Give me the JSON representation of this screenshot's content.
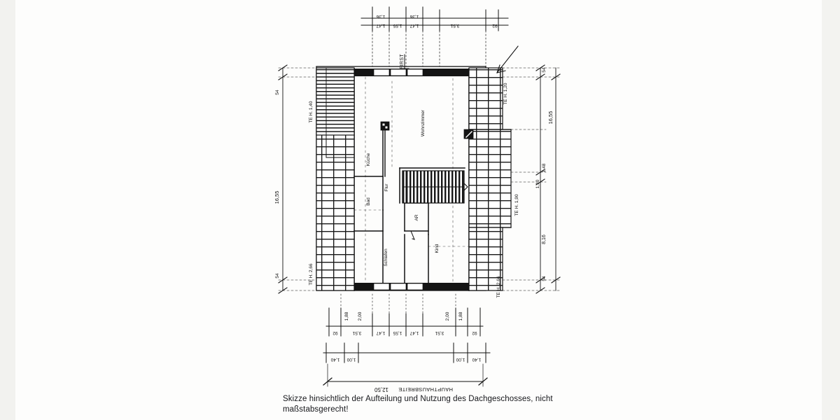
{
  "document": {
    "type": "architectural-floor-plan",
    "title": "Dachgeschoss Skizze",
    "caption_line1": "Skizze hinsichtlich der Aufteilung und Nutzung des Dachgeschosses, nicht",
    "caption_line2": "maßstabsgerecht!",
    "ink_color": "#111111",
    "paper_color": "#fdfdfc"
  },
  "rooms": [
    {
      "key": "kueche",
      "label": "Küche"
    },
    {
      "key": "bad",
      "label": "Bad"
    },
    {
      "key": "flur",
      "label": "Flur"
    },
    {
      "key": "ar",
      "label": "AR"
    },
    {
      "key": "wohnzimmer",
      "label": "Wohnzimmer"
    },
    {
      "key": "schlafen",
      "label": "Schlafen"
    },
    {
      "key": "kind",
      "label": "Kind"
    }
  ],
  "ridge": {
    "label": "FIRST"
  },
  "wall_notes": [
    {
      "key": "te-left-top",
      "label": "TE H. 1,40"
    },
    {
      "key": "te-left-bottom",
      "label": "TE H. 2,66"
    },
    {
      "key": "te-right-top",
      "label": "TE H. 1,20"
    },
    {
      "key": "te-right-mid",
      "label": "TE H. 1,90"
    },
    {
      "key": "te-right-bottom",
      "label": "TE H. 2,66"
    }
  ],
  "dimensions": {
    "top_chain_upper": [
      "1,36",
      "1,36"
    ],
    "top_chain_lower": [
      "1,47",
      "1,55",
      "1,47",
      "3,51",
      "92"
    ],
    "bottom_chain_main": [
      "92",
      "3,51",
      "1,47",
      "1,55",
      "1,47",
      "3,51",
      "92"
    ],
    "bottom_chain_upper": [
      "1,88",
      "2,00",
      "2,00",
      "1,88"
    ],
    "bottom_chain_outer": [
      "1,40",
      "1,00",
      "1,00",
      "1,40"
    ],
    "left_chain": [
      "54",
      "16,55",
      "54"
    ],
    "right_chain_outer": [
      "54",
      "16,55",
      "54"
    ],
    "right_chain_inner": [
      "1,48",
      "1,10",
      "8,16"
    ],
    "overall_width": "12,50",
    "overall_width_label": "HAUPTHAUSBREITE"
  }
}
